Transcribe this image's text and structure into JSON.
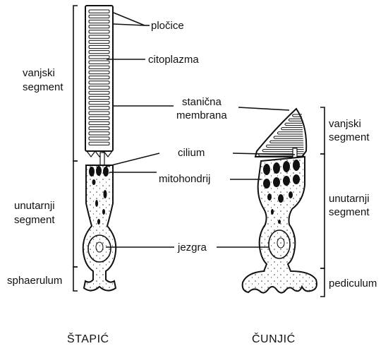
{
  "labels": {
    "plocice": "pločice",
    "citoplazma": "citoplazma",
    "stanicna": "stanična",
    "membrana": "membrana",
    "cilium": "cilium",
    "mitohondrij": "mitohondrij",
    "jezgra": "jezgra"
  },
  "rod": {
    "outer_1": "vanjski",
    "outer_2": "segment",
    "inner_1": "unutarnji",
    "inner_2": "segment",
    "base": "sphaerulum",
    "caption": "ŠTAPIĆ"
  },
  "cone": {
    "outer_1": "vanjski",
    "outer_2": "segment",
    "inner_1": "unutarnji",
    "inner_2": "segment",
    "base": "pediculum",
    "caption": "ČUNJIĆ"
  }
}
